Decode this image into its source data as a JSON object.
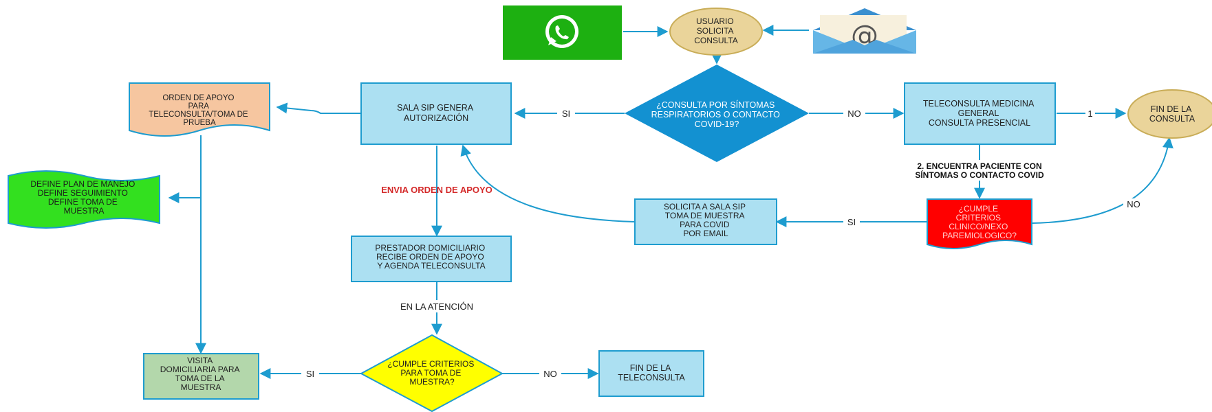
{
  "colors": {
    "arrow": "#1e9ccf",
    "process_fill": "#ace0f2",
    "process_stroke": "#1e9ccf",
    "decision_blue": "#1391d1",
    "decision_yellow": "#ffff00",
    "terminal_fill": "#ead49a",
    "terminal_stroke": "#c9ad58",
    "doc_orange": "#f6c6a0",
    "doc_green": "#33e01f",
    "doc_red": "#ff0000",
    "visit_fill": "#b3d7ab",
    "whatsapp_green": "#1db011",
    "email_blue": "#66b6e6",
    "label_red": "#d42a2a"
  },
  "icons": {
    "whatsapp": "whatsapp-icon",
    "email": "email-envelope-icon"
  },
  "nodes": {
    "usuario": [
      "USUARIO",
      "SOLICITA",
      "CONSULTA"
    ],
    "decision_covid": [
      "¿CONSULTA POR SÍNTOMAS",
      "RESPIRATORIOS O CONTACTO",
      "COVID-19?"
    ],
    "sala_sip": [
      "SALA SIP GENERA",
      "AUTORIZACIÓN"
    ],
    "orden_apoyo": [
      "ORDEN DE APOYO",
      "PARA",
      "TELECONSULTA/TOMA DE",
      "PRUEBA"
    ],
    "plan_manejo": [
      "DEFINE PLAN DE MANEJO",
      "DEFINE SEGUIMIENTO",
      "DEFINE TOMA DE",
      "MUESTRA"
    ],
    "teleconsulta": [
      "TELECONSULTA MEDICINA",
      "GENERAL",
      "CONSULTA PRESENCIAL"
    ],
    "fin_consulta": [
      "FIN DE LA",
      "CONSULTA"
    ],
    "solicita_sala": [
      "SOLICITA A SALA SIP",
      "TOMA DE MUESTRA",
      "PARA COVID",
      "POR EMAIL"
    ],
    "cumple_nexo": [
      "¿CUMPLE",
      "CRITERIOS",
      "CLINICO/NEXO",
      "PAREMIOLOGICO?"
    ],
    "prestador": [
      "PRESTADOR DOMICILIARIO",
      "RECIBE ORDEN DE APOYO",
      "Y AGENDA TELECONSULTA"
    ],
    "visita": [
      "VISITA",
      "DOMICILIARIA PARA",
      "TOMA DE LA",
      "MUESTRA"
    ],
    "cumple_muestra": [
      "¿CUMPLE CRITERIOS",
      "PARA TOMA DE",
      "MUESTRA?"
    ],
    "fin_tele": [
      "FIN DE LA",
      "TELECONSULTA"
    ]
  },
  "edge_labels": {
    "si_main": "SI",
    "no_main": "NO",
    "one": "1",
    "envia_orden": "ENVIA ORDEN DE APOYO",
    "encuentra": [
      "2. ENCUENTRA PACIENTE CON",
      "SÍNTOMAS O CONTACTO COVID"
    ],
    "no_right": "NO",
    "si_mid": "SI",
    "en_atencion": "EN LA ATENCIÓN",
    "si_bottom": "SI",
    "no_bottom": "NO"
  }
}
